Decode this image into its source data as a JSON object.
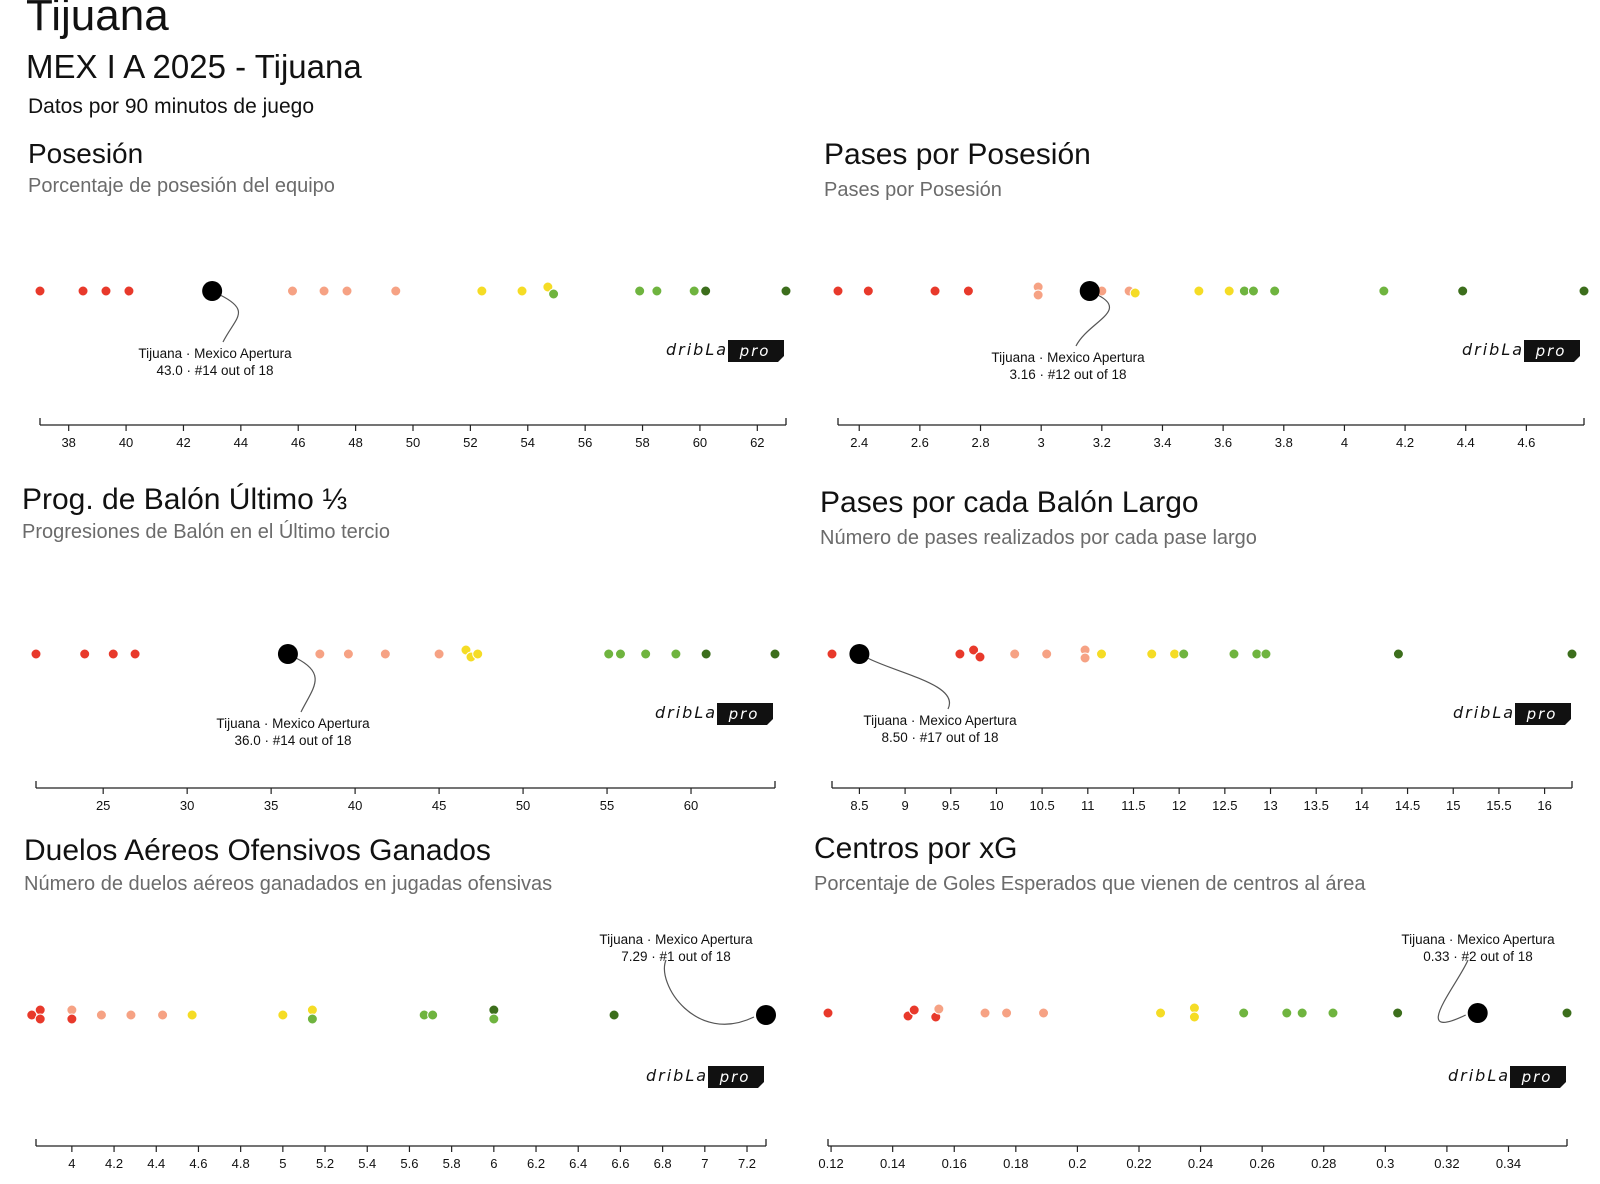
{
  "header": {
    "title": "Tijuana",
    "subtitle": "MEX I A 2025 - Tijuana",
    "note": "Datos por 90 minutos de juego"
  },
  "brand": {
    "name": "dribLab",
    "badge": "pro"
  },
  "colors": {
    "highlight": "#000000",
    "red": "#e8392b",
    "salmon": "#f6a284",
    "yellow": "#f5dc25",
    "lightgreen": "#6fb43f",
    "darkgreen": "#3c6e1c",
    "axis": "#222222",
    "connector": "#555555"
  },
  "chart_data": [
    {
      "type": "scatter",
      "title": "Posesión",
      "subtitle": "Porcentaje de posesión del equipo",
      "xlim": [
        37,
        63
      ],
      "xticks": [
        38,
        40,
        42,
        44,
        46,
        48,
        50,
        52,
        54,
        56,
        58,
        60,
        62
      ],
      "points": [
        {
          "x": 37.0,
          "c": "red"
        },
        {
          "x": 38.5,
          "c": "red"
        },
        {
          "x": 39.3,
          "c": "red"
        },
        {
          "x": 40.1,
          "c": "red"
        },
        {
          "x": 45.8,
          "c": "salmon"
        },
        {
          "x": 46.9,
          "c": "salmon"
        },
        {
          "x": 47.7,
          "c": "salmon"
        },
        {
          "x": 49.4,
          "c": "salmon"
        },
        {
          "x": 52.4,
          "c": "yellow"
        },
        {
          "x": 53.8,
          "c": "yellow"
        },
        {
          "x": 54.7,
          "c": "yellow",
          "dy": -4
        },
        {
          "x": 54.9,
          "c": "lightgreen",
          "dy": 3
        },
        {
          "x": 57.9,
          "c": "lightgreen"
        },
        {
          "x": 58.5,
          "c": "lightgreen"
        },
        {
          "x": 59.8,
          "c": "lightgreen"
        },
        {
          "x": 60.2,
          "c": "darkgreen"
        },
        {
          "x": 63.0,
          "c": "darkgreen"
        }
      ],
      "team": {
        "x": 43.0,
        "label": "Tijuana · Mexico Apertura",
        "value": "43.0 · #14 out of 18"
      }
    },
    {
      "type": "scatter",
      "title": "Pases por Posesión",
      "subtitle": "Pases por Posesión",
      "xlim": [
        2.33,
        4.79
      ],
      "xticks": [
        "2.4",
        "2.6",
        "2.8",
        "3",
        "3.2",
        "3.4",
        "3.6",
        "3.8",
        "4",
        "4.2",
        "4.4",
        "4.6"
      ],
      "points": [
        {
          "x": 2.33,
          "c": "red"
        },
        {
          "x": 2.43,
          "c": "red"
        },
        {
          "x": 2.65,
          "c": "red"
        },
        {
          "x": 2.76,
          "c": "red"
        },
        {
          "x": 2.99,
          "c": "salmon",
          "dy": -4
        },
        {
          "x": 2.99,
          "c": "salmon",
          "dy": 4
        },
        {
          "x": 3.2,
          "c": "salmon"
        },
        {
          "x": 3.29,
          "c": "salmon"
        },
        {
          "x": 3.31,
          "c": "yellow",
          "dy": 2
        },
        {
          "x": 3.52,
          "c": "yellow"
        },
        {
          "x": 3.62,
          "c": "yellow"
        },
        {
          "x": 3.67,
          "c": "lightgreen"
        },
        {
          "x": 3.7,
          "c": "lightgreen"
        },
        {
          "x": 3.77,
          "c": "lightgreen"
        },
        {
          "x": 4.13,
          "c": "lightgreen"
        },
        {
          "x": 4.39,
          "c": "darkgreen"
        },
        {
          "x": 4.79,
          "c": "darkgreen"
        }
      ],
      "team": {
        "x": 3.16,
        "label": "Tijuana · Mexico Apertura",
        "value": "3.16 · #12 out of 18"
      }
    },
    {
      "type": "scatter",
      "title": "Prog. de Balón Último ⅓",
      "subtitle": "Progresiones de Balón en el Último tercio",
      "xlim": [
        21.0,
        65.0
      ],
      "xticks": [
        25,
        30,
        35,
        40,
        45,
        50,
        55,
        60
      ],
      "points": [
        {
          "x": 21.0,
          "c": "red"
        },
        {
          "x": 23.9,
          "c": "red"
        },
        {
          "x": 25.6,
          "c": "red"
        },
        {
          "x": 26.9,
          "c": "red"
        },
        {
          "x": 37.9,
          "c": "salmon"
        },
        {
          "x": 39.6,
          "c": "salmon"
        },
        {
          "x": 41.8,
          "c": "salmon"
        },
        {
          "x": 45.0,
          "c": "salmon"
        },
        {
          "x": 46.6,
          "c": "yellow",
          "dy": -4
        },
        {
          "x": 46.9,
          "c": "yellow",
          "dy": 3
        },
        {
          "x": 47.3,
          "c": "yellow"
        },
        {
          "x": 55.1,
          "c": "lightgreen"
        },
        {
          "x": 55.8,
          "c": "lightgreen"
        },
        {
          "x": 57.3,
          "c": "lightgreen"
        },
        {
          "x": 59.1,
          "c": "lightgreen"
        },
        {
          "x": 60.9,
          "c": "darkgreen"
        },
        {
          "x": 65.0,
          "c": "darkgreen"
        }
      ],
      "team": {
        "x": 36.0,
        "label": "Tijuana · Mexico Apertura",
        "value": "36.0 · #14 out of 18"
      }
    },
    {
      "type": "scatter",
      "title": "Pases por cada Balón Largo",
      "subtitle": "Número de pases realizados por cada pase largo",
      "xlim": [
        8.2,
        16.3
      ],
      "xticks": [
        "8.5",
        "9",
        "9.5",
        "10",
        "10.5",
        "11",
        "11.5",
        "12",
        "12.5",
        "13",
        "13.5",
        "14",
        "14.5",
        "15",
        "15.5",
        "16"
      ],
      "points": [
        {
          "x": 8.2,
          "c": "red"
        },
        {
          "x": 9.6,
          "c": "red"
        },
        {
          "x": 9.75,
          "c": "red",
          "dy": -4
        },
        {
          "x": 9.82,
          "c": "red",
          "dy": 3
        },
        {
          "x": 10.2,
          "c": "salmon"
        },
        {
          "x": 10.55,
          "c": "salmon"
        },
        {
          "x": 10.97,
          "c": "salmon",
          "dy": -4
        },
        {
          "x": 10.97,
          "c": "salmon",
          "dy": 4
        },
        {
          "x": 11.15,
          "c": "yellow"
        },
        {
          "x": 11.7,
          "c": "yellow"
        },
        {
          "x": 11.95,
          "c": "yellow"
        },
        {
          "x": 12.05,
          "c": "lightgreen"
        },
        {
          "x": 12.6,
          "c": "lightgreen"
        },
        {
          "x": 12.85,
          "c": "lightgreen"
        },
        {
          "x": 12.95,
          "c": "lightgreen"
        },
        {
          "x": 14.4,
          "c": "darkgreen"
        },
        {
          "x": 16.3,
          "c": "darkgreen"
        }
      ],
      "team": {
        "x": 8.5,
        "label": "Tijuana · Mexico Apertura",
        "value": "8.50 · #17 out of 18"
      }
    },
    {
      "type": "scatter",
      "title": "Duelos Aéreos Ofensivos Ganados",
      "subtitle": "Número de duelos aéreos ganadados en jugadas ofensivas",
      "xlim": [
        3.83,
        7.29
      ],
      "xticks": [
        "4",
        "4.2",
        "4.4",
        "4.6",
        "4.8",
        "5",
        "5.2",
        "5.4",
        "5.6",
        "5.8",
        "6",
        "6.2",
        "6.4",
        "6.6",
        "6.8",
        "7",
        "7.2"
      ],
      "points": [
        {
          "x": 3.81,
          "c": "red"
        },
        {
          "x": 3.85,
          "c": "red",
          "dy": -5
        },
        {
          "x": 3.85,
          "c": "red",
          "dy": 4
        },
        {
          "x": 4.0,
          "c": "salmon",
          "dy": -5
        },
        {
          "x": 4.0,
          "c": "red",
          "dy": 4
        },
        {
          "x": 4.14,
          "c": "salmon"
        },
        {
          "x": 4.28,
          "c": "salmon"
        },
        {
          "x": 4.43,
          "c": "salmon"
        },
        {
          "x": 4.57,
          "c": "yellow"
        },
        {
          "x": 5.0,
          "c": "yellow"
        },
        {
          "x": 5.14,
          "c": "yellow",
          "dy": -5
        },
        {
          "x": 5.14,
          "c": "lightgreen",
          "dy": 4
        },
        {
          "x": 5.67,
          "c": "lightgreen"
        },
        {
          "x": 5.71,
          "c": "lightgreen"
        },
        {
          "x": 6.0,
          "c": "darkgreen",
          "dy": -5
        },
        {
          "x": 6.0,
          "c": "lightgreen",
          "dy": 4
        },
        {
          "x": 6.57,
          "c": "darkgreen"
        }
      ],
      "team": {
        "x": 7.29,
        "label": "Tijuana · Mexico Apertura",
        "value": "7.29 · #1 out of 18"
      }
    },
    {
      "type": "scatter",
      "title": "Centros por xG",
      "subtitle": "Porcentaje de Goles Esperados que vienen de centros al área",
      "xlim": [
        0.119,
        0.359
      ],
      "xticks": [
        "0.12",
        "0.14",
        "0.16",
        "0.18",
        "0.2",
        "0.22",
        "0.24",
        "0.26",
        "0.28",
        "0.3",
        "0.32",
        "0.34"
      ],
      "points": [
        {
          "x": 0.119,
          "c": "red"
        },
        {
          "x": 0.145,
          "c": "red",
          "dy": 3
        },
        {
          "x": 0.147,
          "c": "red",
          "dy": -3
        },
        {
          "x": 0.154,
          "c": "red",
          "dy": 4
        },
        {
          "x": 0.155,
          "c": "salmon",
          "dy": -4
        },
        {
          "x": 0.17,
          "c": "salmon"
        },
        {
          "x": 0.177,
          "c": "salmon"
        },
        {
          "x": 0.189,
          "c": "salmon"
        },
        {
          "x": 0.227,
          "c": "yellow"
        },
        {
          "x": 0.238,
          "c": "yellow",
          "dy": -5
        },
        {
          "x": 0.238,
          "c": "yellow",
          "dy": 4
        },
        {
          "x": 0.254,
          "c": "lightgreen"
        },
        {
          "x": 0.268,
          "c": "lightgreen"
        },
        {
          "x": 0.273,
          "c": "lightgreen"
        },
        {
          "x": 0.283,
          "c": "lightgreen"
        },
        {
          "x": 0.304,
          "c": "darkgreen"
        },
        {
          "x": 0.359,
          "c": "darkgreen"
        }
      ],
      "team": {
        "x": 0.33,
        "label": "Tijuana · Mexico Apertura",
        "value": "0.33 · #2 out of 18"
      }
    }
  ]
}
